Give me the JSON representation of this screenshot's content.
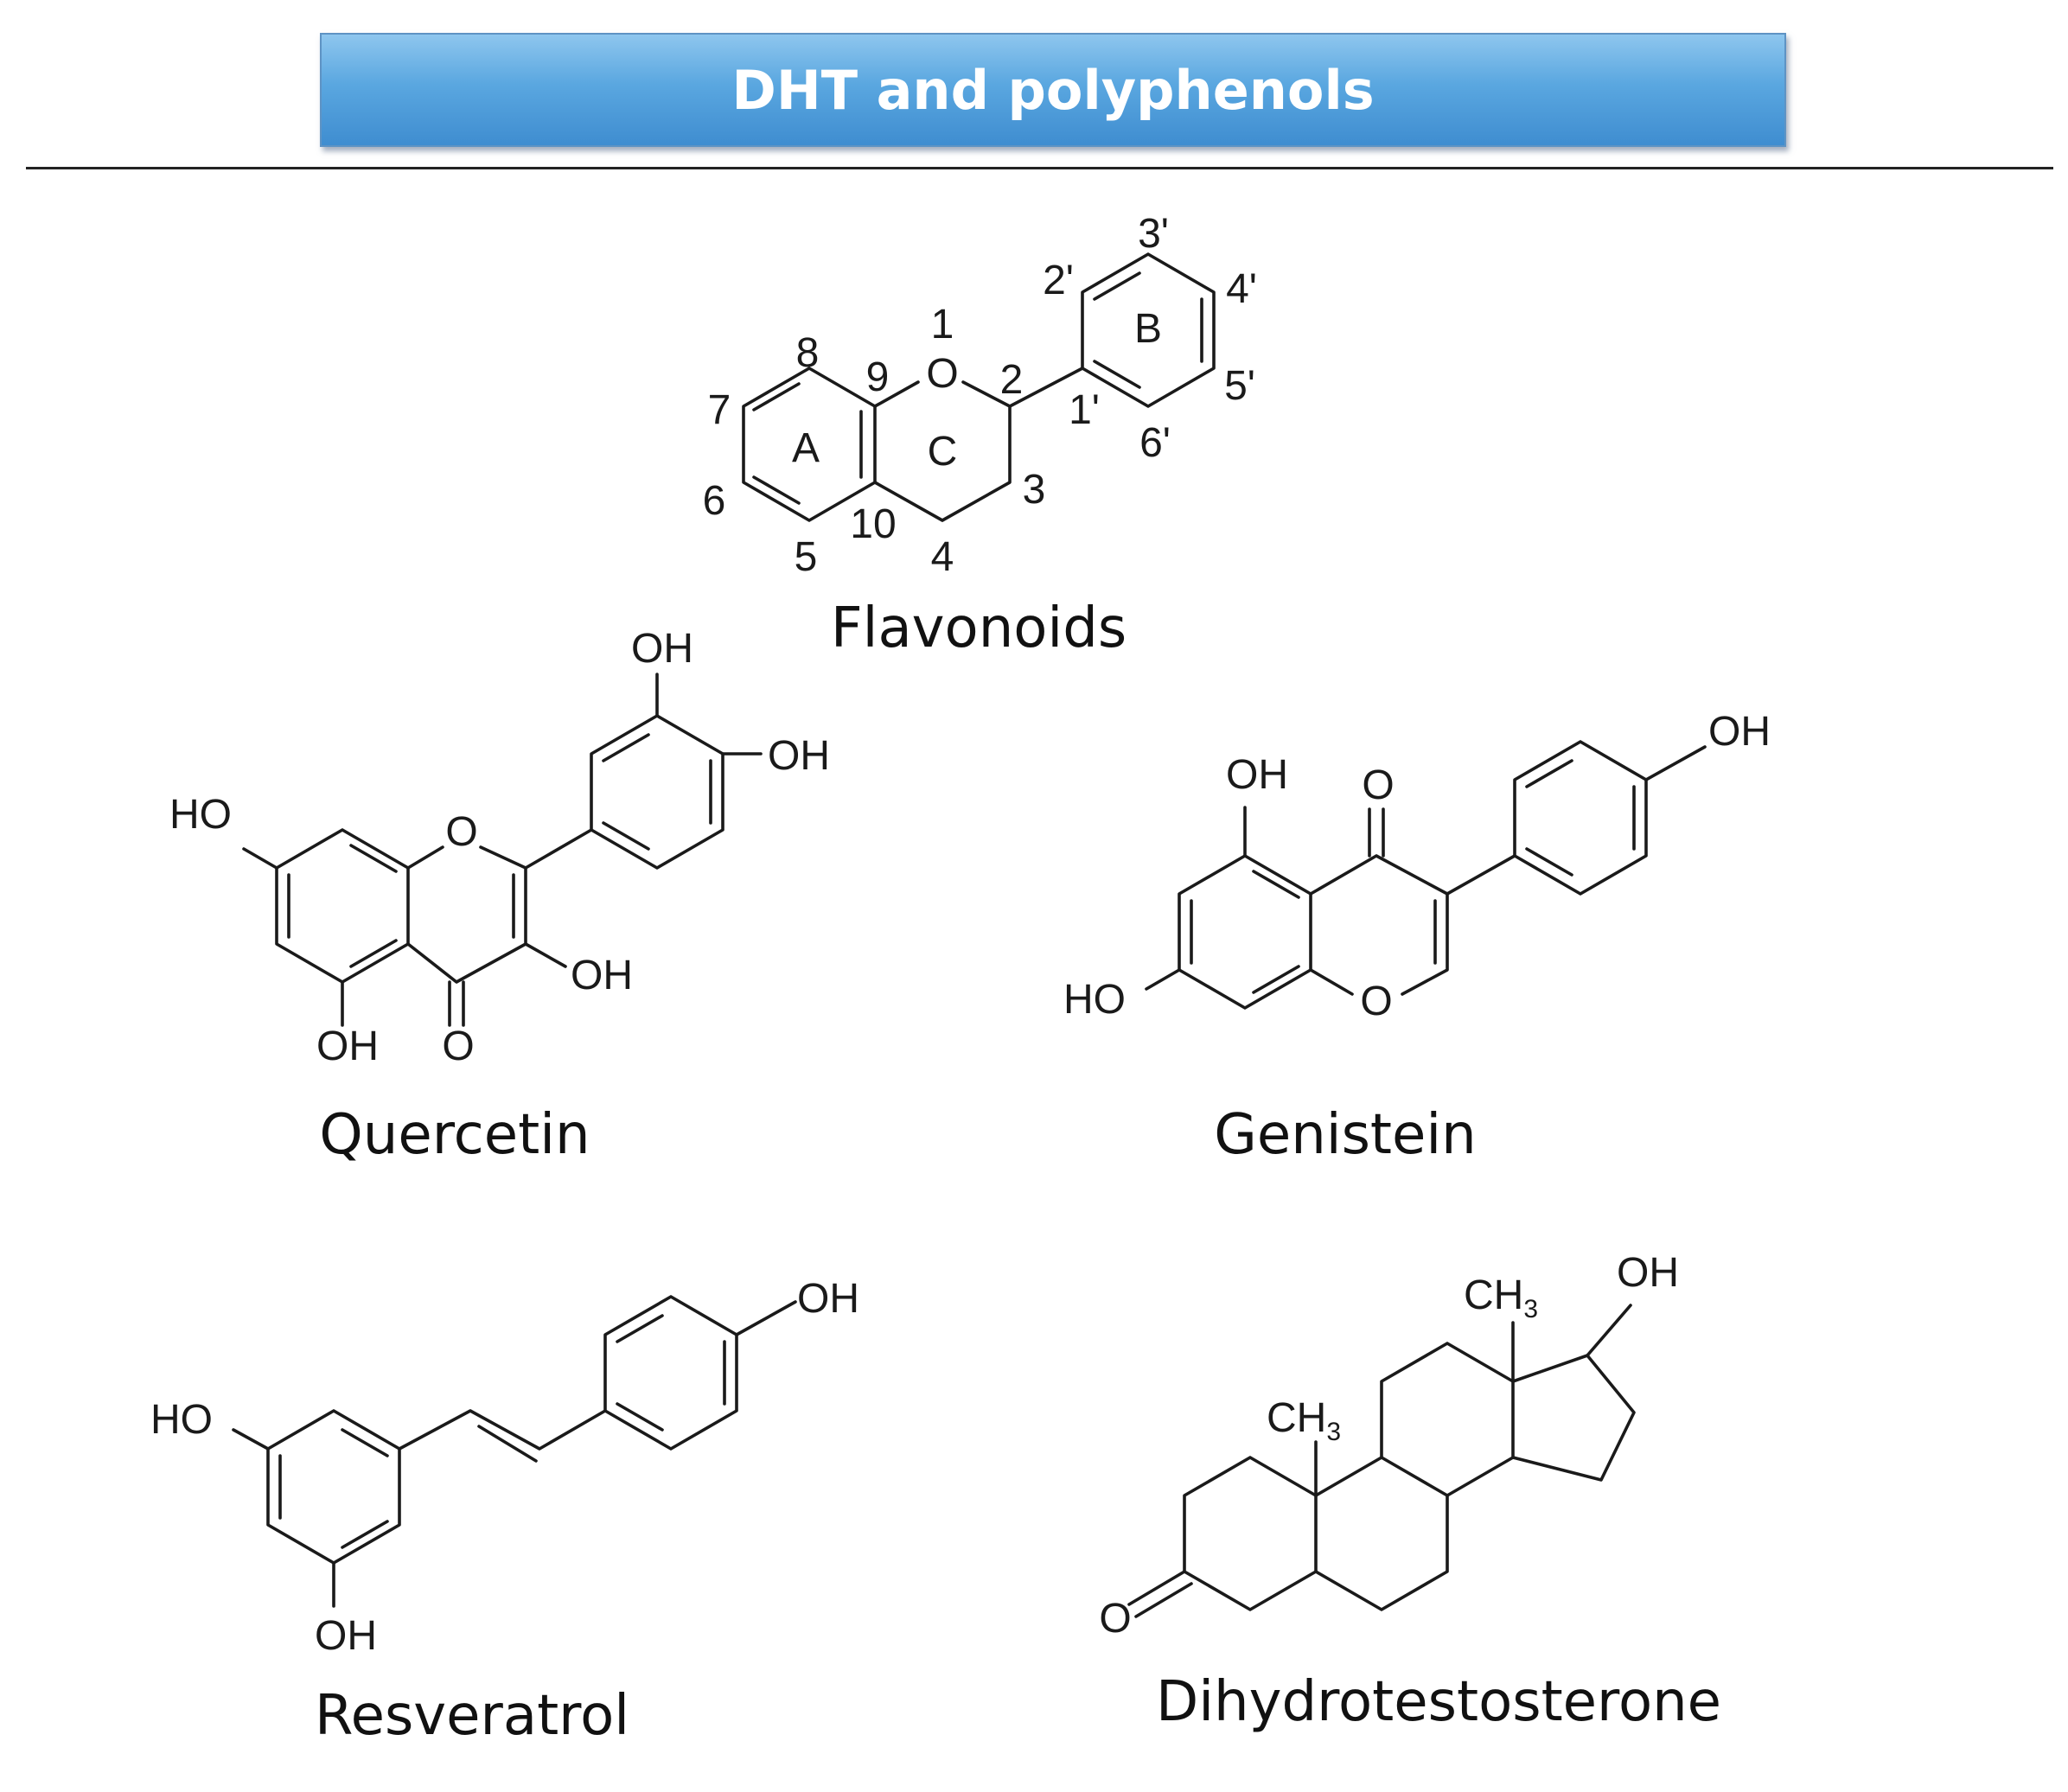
{
  "title": "DHT and polyphenols",
  "flavonoid_numbering": {
    "ring_a": "A",
    "ring_b": "B",
    "ring_c": "C",
    "o1": "O",
    "n1": "1",
    "n2": "2",
    "n3": "3",
    "n4": "4",
    "n5": "5",
    "n6": "6",
    "n7": "7",
    "n8": "8",
    "n9": "9",
    "n10": "10",
    "n1p": "1'",
    "n2p": "2'",
    "n3p": "3'",
    "n4p": "4'",
    "n5p": "5'",
    "n6p": "6'"
  },
  "atoms": {
    "oh": "OH",
    "ho": "HO",
    "o": "O",
    "ch": "CH",
    "sub3": "3"
  },
  "compounds": {
    "flavonoids": "Flavonoids",
    "quercetin": "Quercetin",
    "genistein": "Genistein",
    "resveratrol": "Resveratrol",
    "dht": "Dihydrotestosterone"
  }
}
